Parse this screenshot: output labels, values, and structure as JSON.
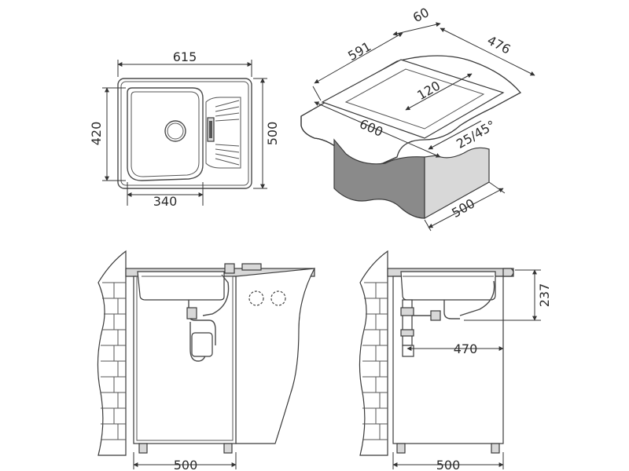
{
  "top_view": {
    "width_label": "615",
    "depth_label": "500",
    "bowl_depth_label": "420",
    "bowl_width_label": "340"
  },
  "iso_view": {
    "flange_label": "60",
    "length_label": "591",
    "inner_length_label": "476",
    "bowl_height_label": "120",
    "cabinet_label": "600",
    "radius_label": "25/45°",
    "depth_label": "500"
  },
  "front_view": {
    "cabinet_width_label": "500"
  },
  "side_view": {
    "height_label": "237",
    "drain_offset_label": "470",
    "cabinet_width_label": "500"
  }
}
